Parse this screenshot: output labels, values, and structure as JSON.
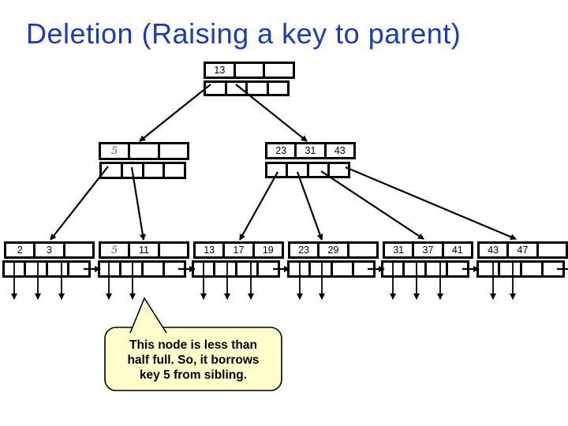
{
  "title": "Deletion (Raising a key to parent)",
  "colors": {
    "title": "#1e3ab5",
    "callout_fill": "#ffffcc",
    "hand_key": "#3f5e92",
    "line": "#000000"
  },
  "tree": {
    "root": {
      "keys": [
        "13",
        "",
        ""
      ]
    },
    "internal": [
      {
        "keys": [
          "5",
          "",
          ""
        ]
      },
      {
        "keys": [
          "23",
          "31",
          "43"
        ]
      }
    ],
    "leaves": [
      {
        "keys": [
          "2",
          "3",
          ""
        ]
      },
      {
        "keys": [
          "5",
          "11",
          ""
        ]
      },
      {
        "keys": [
          "13",
          "17",
          "19"
        ]
      },
      {
        "keys": [
          "23",
          "29",
          ""
        ]
      },
      {
        "keys": [
          "31",
          "37",
          "41"
        ]
      },
      {
        "keys": [
          "43",
          "47",
          ""
        ]
      }
    ]
  },
  "callout": {
    "lines": [
      "This node is less than",
      "half full. So, it borrows",
      "key 5 from sibling."
    ]
  }
}
